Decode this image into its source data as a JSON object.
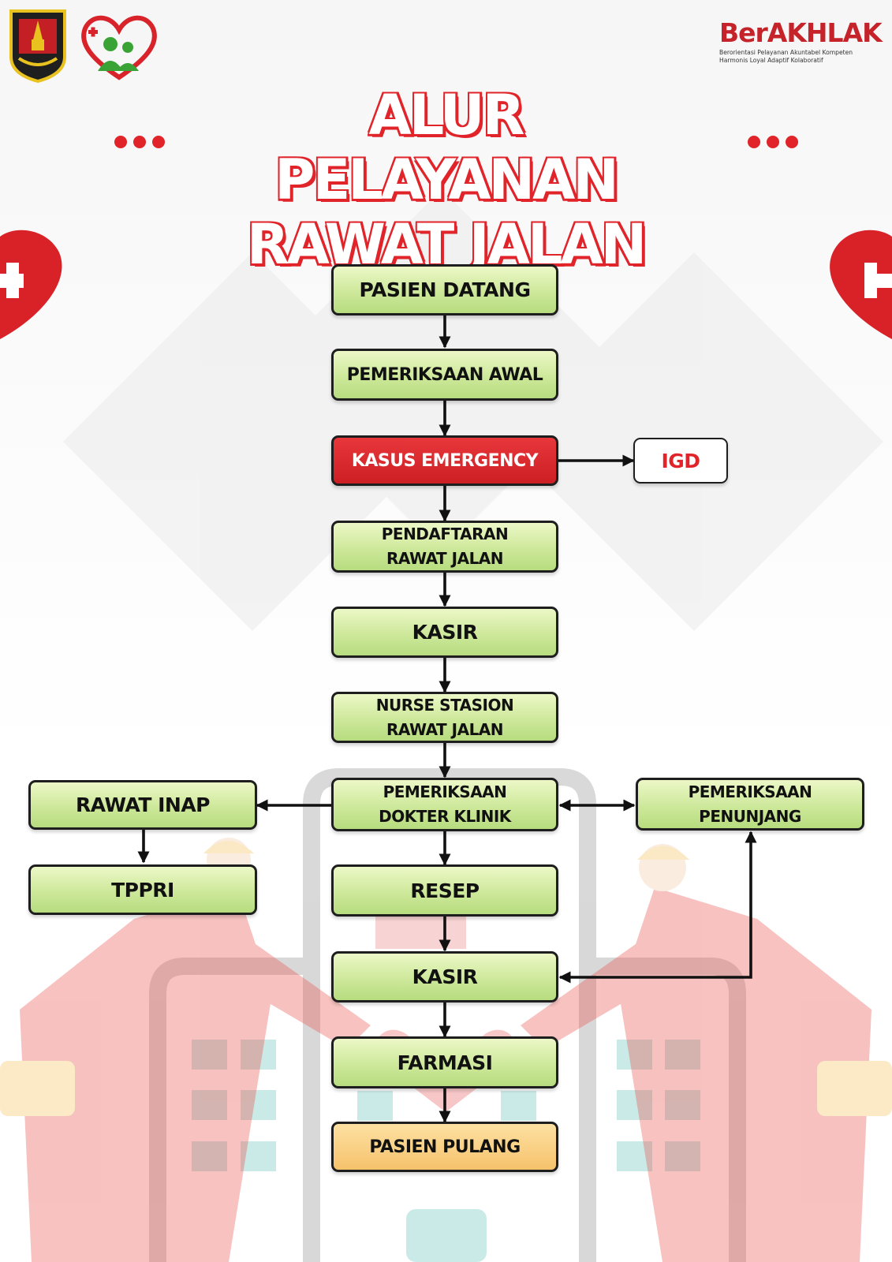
{
  "title": {
    "line1": "ALUR PELAYANAN",
    "line2": "RAWAT JALAN"
  },
  "brand": {
    "name": "BerAKHLAK",
    "tagline_1": "Berorientasi Pelayanan Akuntabel Kompeten",
    "tagline_2": "Harmonis Loyal Adaptif Kolaboratif"
  },
  "colors": {
    "accent": "#e0242a",
    "step": "#cde89a",
    "emergency": "#d0262b",
    "end": "#f8c779",
    "border": "#1e1e1e"
  },
  "icons": [
    "city-crest-icon",
    "heart-family-logo-icon",
    "heart-cross-icon",
    "medic-person-icon",
    "hospital-building-icon",
    "first-aid-kit-icon"
  ],
  "nodes": {
    "pasien_datang": "PASIEN DATANG",
    "pemeriksaan_awal": "PEMERIKSAAN AWAL",
    "kasus_emergency": "KASUS EMERGENCY",
    "igd": "IGD",
    "pendaftaran": "PENDAFTARAN\nRAWAT JALAN",
    "kasir_1": "KASIR",
    "nurse_stasion": "NURSE STASION\nRAWAT JALAN",
    "pemeriksaan_dokter": "PEMERIKSAAN\nDOKTER KLINIK",
    "rawat_inap": "RAWAT INAP",
    "tppri": "TPPRI",
    "pemeriksaan_penunjang": "PEMERIKSAAN\nPENUNJANG",
    "resep": "RESEP",
    "kasir_2": "KASIR",
    "farmasi": "FARMASI",
    "pasien_pulang": "PASIEN PULANG"
  },
  "edges": [
    [
      "pasien_datang",
      "pemeriksaan_awal"
    ],
    [
      "pemeriksaan_awal",
      "kasus_emergency"
    ],
    [
      "kasus_emergency",
      "igd"
    ],
    [
      "kasus_emergency",
      "pendaftaran"
    ],
    [
      "pendaftaran",
      "kasir_1"
    ],
    [
      "kasir_1",
      "nurse_stasion"
    ],
    [
      "nurse_stasion",
      "pemeriksaan_dokter"
    ],
    [
      "pemeriksaan_dokter",
      "rawat_inap"
    ],
    [
      "rawat_inap",
      "tppri"
    ],
    [
      "pemeriksaan_dokter",
      "pemeriksaan_penunjang"
    ],
    [
      "pemeriksaan_penunjang",
      "pemeriksaan_dokter"
    ],
    [
      "pemeriksaan_dokter",
      "resep"
    ],
    [
      "resep",
      "kasir_2"
    ],
    [
      "pemeriksaan_penunjang",
      "kasir_2"
    ],
    [
      "kasir_2",
      "farmasi"
    ],
    [
      "farmasi",
      "pasien_pulang"
    ]
  ]
}
